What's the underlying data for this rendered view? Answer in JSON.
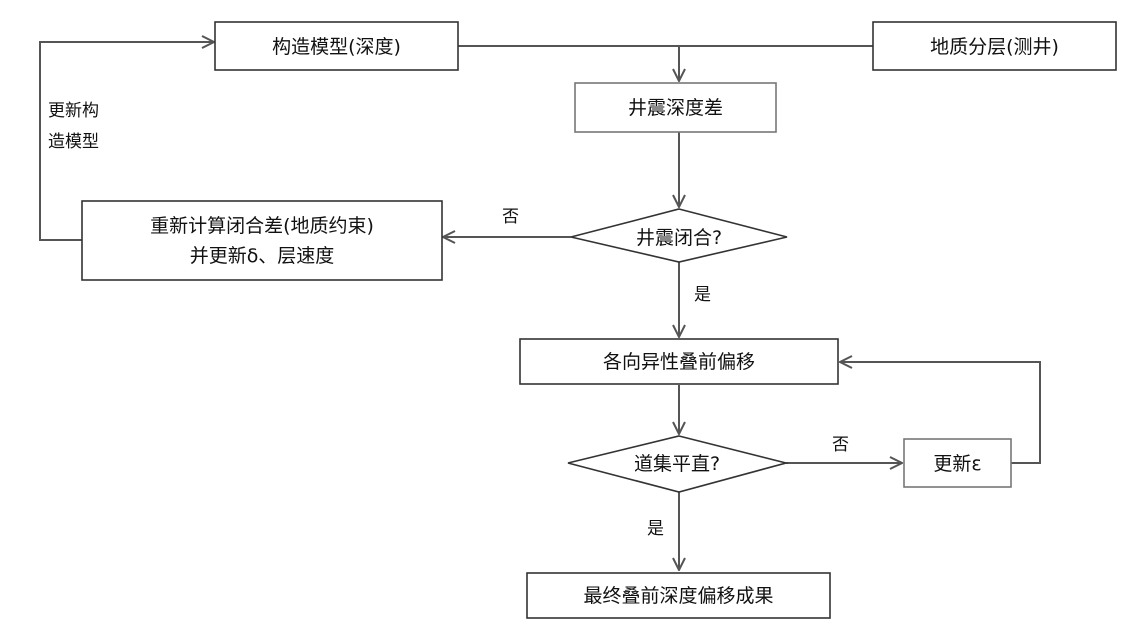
{
  "nodes": {
    "structural_model": "构造模型(深度)",
    "geologic_layering": "地质分层(测井)",
    "well_seismic_depth_diff": "井震深度差",
    "well_seismic_closure": "井震闭合?",
    "recompute_closure_line1": "重新计算闭合差(地质约束)",
    "recompute_closure_line2": "并更新δ、层速度",
    "anisotropic_pstm": "各向异性叠前偏移",
    "gather_flat": "道集平直?",
    "update_epsilon": "更新ε",
    "final_result": "最终叠前深度偏移成果"
  },
  "edges": {
    "update_model_line1": "更新构",
    "update_model_line2": "造模型",
    "closure_no": "否",
    "closure_yes": "是",
    "gather_no": "否",
    "gather_yes": "是"
  },
  "colors": {
    "node_border": "#333333",
    "edge": "#555555",
    "text": "#111111"
  }
}
